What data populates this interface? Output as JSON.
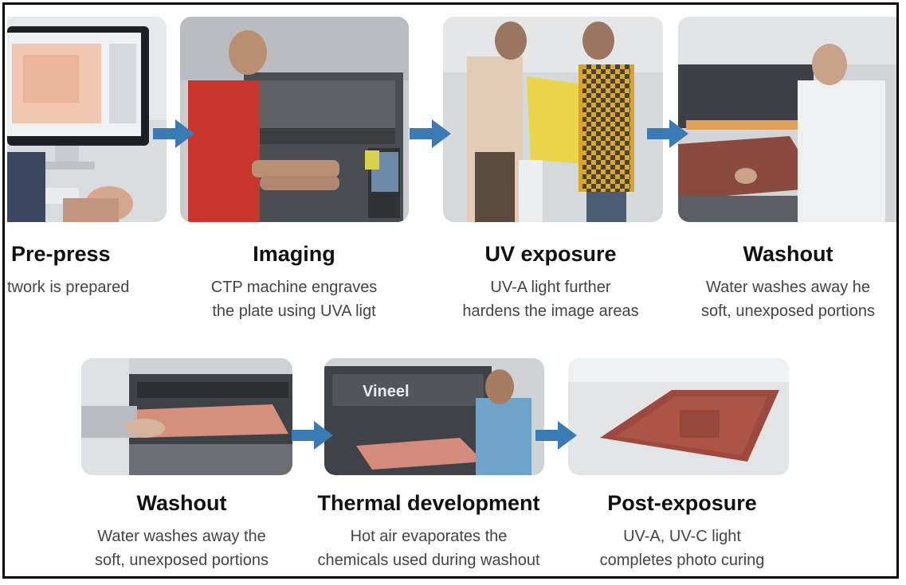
{
  "colors": {
    "arrow": "#3a7bb5",
    "border": "#000000",
    "title": "#111111",
    "description": "#444444"
  },
  "steps_row1": [
    {
      "title": "Pre-press",
      "lines": [
        "twork is prepared"
      ]
    },
    {
      "title": "Imaging",
      "lines": [
        "CTP machine engraves",
        "the plate using UVA ligt"
      ]
    },
    {
      "title": "UV exposure",
      "lines": [
        "UV-A light further",
        "hardens the image areas"
      ]
    },
    {
      "title": "Washout",
      "lines": [
        "Water washes away he",
        "soft, unexposed portions"
      ]
    }
  ],
  "steps_row2": [
    {
      "title": "Washout",
      "lines": [
        "Water washes away the",
        "soft, unexposed portions"
      ]
    },
    {
      "title": "Thermal development",
      "lines": [
        "Hot air evaporates the",
        "chemicals used during washout"
      ]
    },
    {
      "title": "Post-exposure",
      "lines": [
        "UV-A, UV-C light",
        "completes photo curing"
      ]
    }
  ],
  "machine_brand": "Vineel"
}
